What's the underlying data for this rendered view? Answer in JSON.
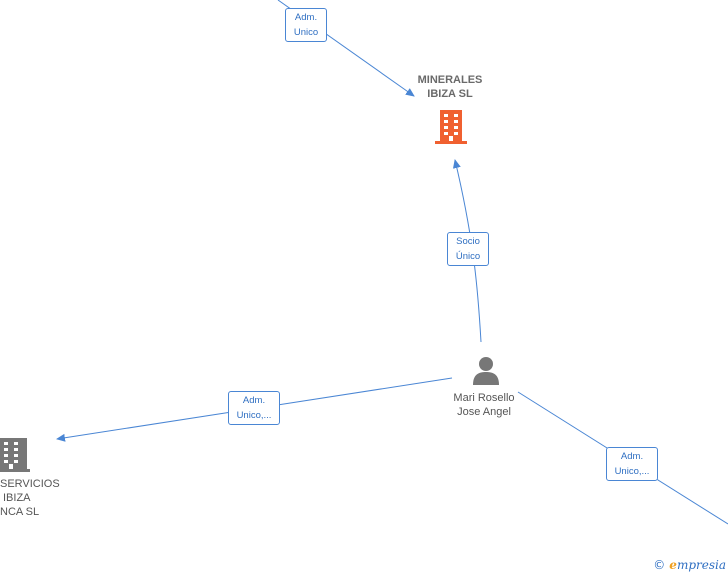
{
  "nodes": {
    "minerales": {
      "name_line1": "MINERALES",
      "name_line2": "IBIZA  SL",
      "type": "company",
      "icon": "building-icon",
      "color": "#f06030"
    },
    "person": {
      "name_line1": "Mari Rosello",
      "name_line2": "Jose Angel",
      "type": "person",
      "icon": "person-icon",
      "color": "#777777"
    },
    "servicios": {
      "name_line1": "SERVICIOS",
      "name_line2": "IBIZA",
      "name_line3": "NCA  SL",
      "type": "company",
      "icon": "building-icon",
      "color": "#777777"
    }
  },
  "edges": {
    "top_in": {
      "line1": "Adm.",
      "line2": "Unico"
    },
    "socio": {
      "line1": "Socio",
      "line2": "Único"
    },
    "left": {
      "line1": "Adm.",
      "line2": "Unico,..."
    },
    "right": {
      "line1": "Adm.",
      "line2": "Unico,..."
    }
  },
  "brand": {
    "copyright": "©",
    "e": "e",
    "rest": "mpresia"
  },
  "colors": {
    "edge": "#4a86d4",
    "label_text": "#2f6fc2"
  }
}
